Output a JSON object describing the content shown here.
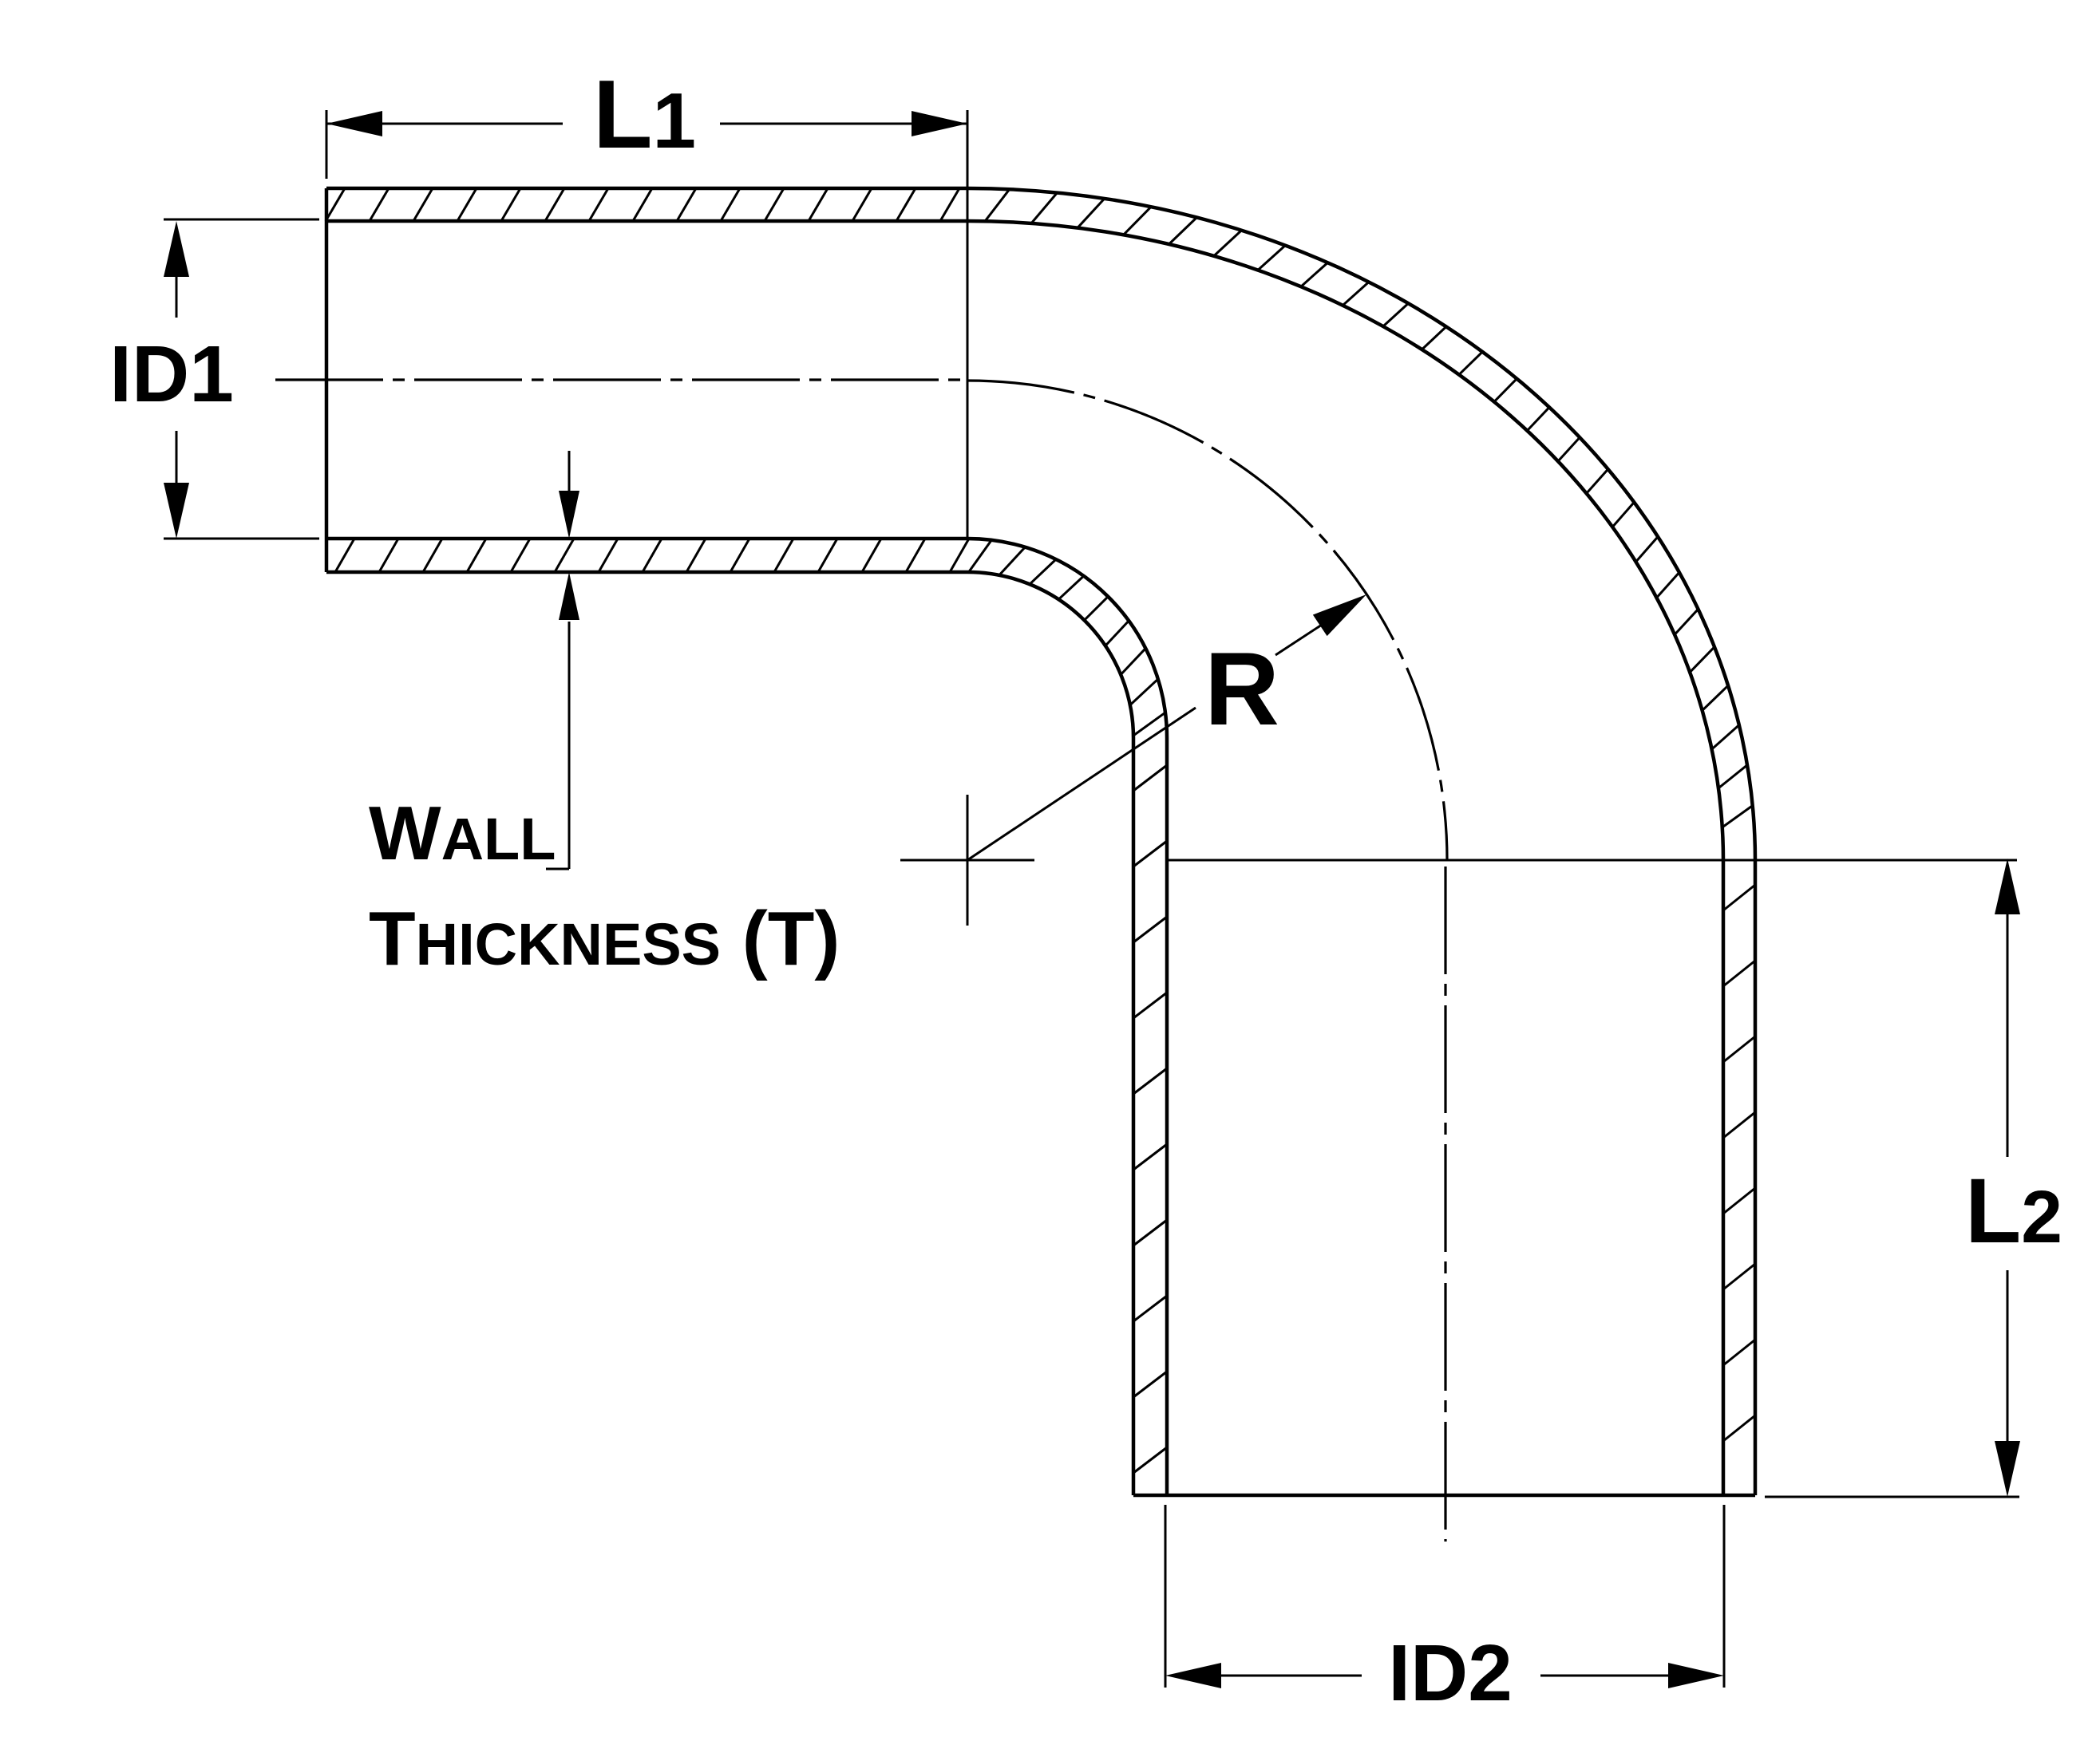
{
  "title": "90-degree reducer elbow hose dimension drawing",
  "colors": {
    "line": "#000000",
    "background": "#ffffff",
    "text": "#000000"
  },
  "labels": {
    "l1": {
      "letter": "L",
      "numeral": "1"
    },
    "id1": "ID1",
    "wall_thickness": {
      "full_text": "Wall Thickness (T)",
      "line1_initial": "W",
      "line1_rest": "ALL",
      "line2_initial": "T",
      "line2_rest": "HICKNESS",
      "line2_suffix": " (T)"
    },
    "r": "R",
    "l2": {
      "letter": "L",
      "numeral": "2"
    },
    "id2": "ID2"
  }
}
